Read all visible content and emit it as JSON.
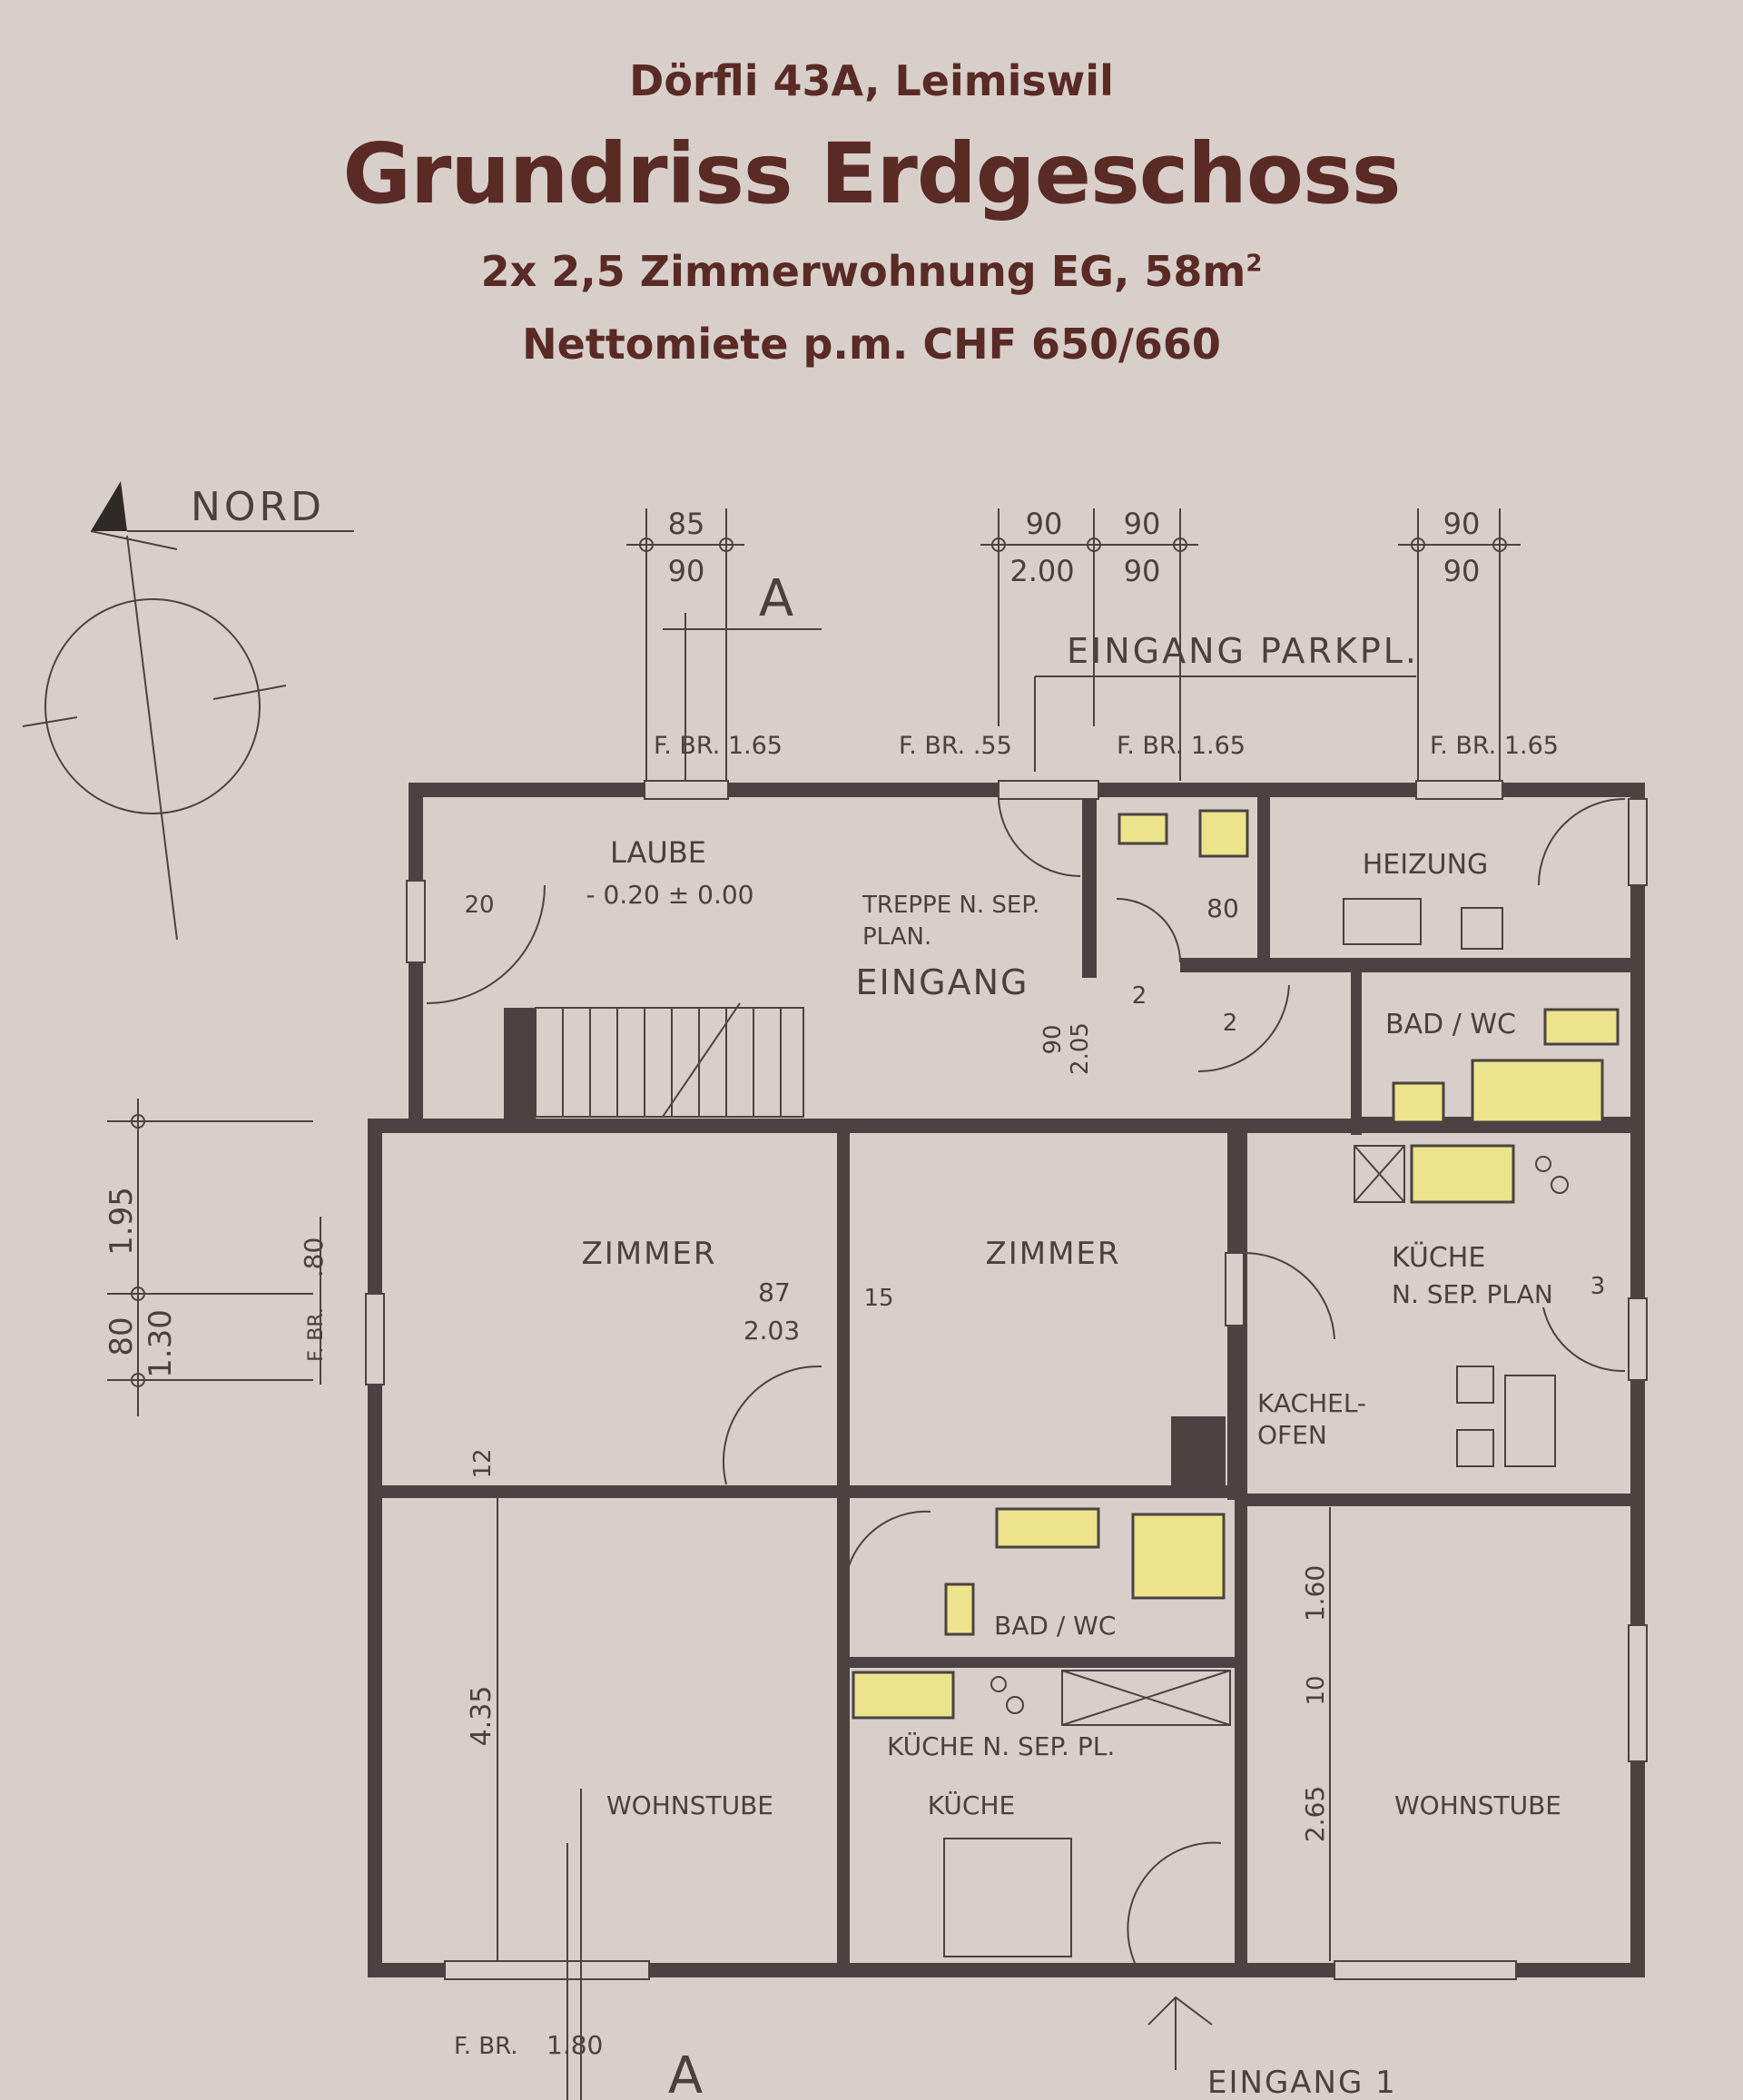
{
  "header": {
    "address": "Dörfli 43A, Leimiswil",
    "title": "Grundriss Erdgeschoss",
    "subtitle_main": "2x 2,5 Zimmerwohnung EG, 58m",
    "subtitle_sup": "2",
    "rent": "Nettomiete p.m. CHF 650/660"
  },
  "north": {
    "label": "NORD"
  },
  "rooms": {
    "laube": "LAUBE",
    "laube_level": "- 0.20 ± 0.00",
    "treppe1": "TREPPE N. SEP.",
    "treppe2": "PLAN.",
    "eingang": "EINGANG",
    "heizung": "HEIZUNG",
    "bad_upper": "BAD / WC",
    "zimmer_left": "ZIMMER",
    "zimmer_mid": "ZIMMER",
    "kueche_right1": "KÜCHE",
    "kueche_right2": "N. SEP. PLAN",
    "kachel1": "KACHEL-",
    "kachel2": "OFEN",
    "bad_lower": "BAD / WC",
    "kueche_lower_note": "KÜCHE N. SEP. PL.",
    "kueche_lower": "KÜCHE",
    "wohnstube_left": "WOHNSTUBE",
    "wohnstube_right": "WOHNSTUBE"
  },
  "annotations": {
    "eingang_parkpl": "EINGANG  PARKPL.",
    "eingang_1": "EINGANG  1",
    "section_a_top": "A",
    "section_a_bottom": "A",
    "fbr_1": "F. BR. 1.65",
    "fbr_2": "F. BR. .55",
    "fbr_3": "F. BR. 1.65",
    "fbr_4": "F. BR.   1.65",
    "fbr_bottom": "F. BR.",
    "fbr_bottom_val": "1.80",
    "fbr_left": "F. BR.",
    "fbr_left_val": ".80"
  },
  "dimensions": {
    "d85": "85",
    "d90a": "90",
    "d90b": "90",
    "d200": "2.00",
    "d90c": "90",
    "d90d": "90",
    "d90e": "90",
    "d90f": "90",
    "d20": "20",
    "d80": "80",
    "d2a": "2",
    "d2b": "2",
    "d90g": "90",
    "d205": "2.05",
    "d87": "87",
    "d203": "2.03",
    "d15": "15",
    "d3": "3",
    "d195": "1.95",
    "d80b": "80",
    "d130": "1.30",
    "d12": "12",
    "d435": "4.35",
    "d160": "1.60",
    "d10": "10",
    "d265": "2.65"
  },
  "colors": {
    "background": "#d8cfcb",
    "heading": "#5a2a25",
    "walls": "#4a4341",
    "fixtures": "#ece38c"
  }
}
